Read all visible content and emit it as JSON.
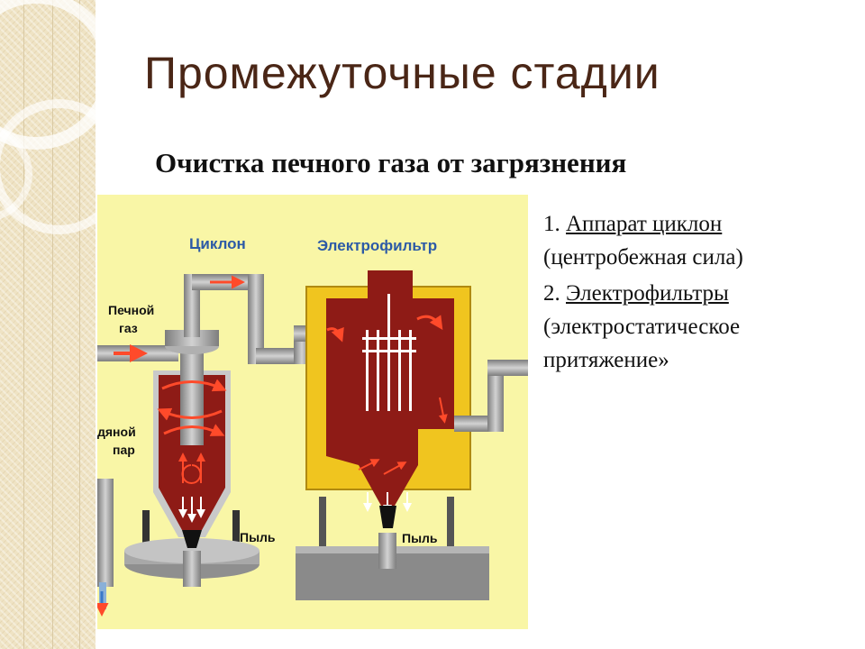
{
  "slide": {
    "title": "Промежуточные стадии",
    "subtitle": "Очистка печного газа от загрязнения"
  },
  "figure": {
    "labels": {
      "cyclone": "Циклон",
      "electrofilter": "Электрофильтр",
      "furnace_gas_1": "Печной",
      "furnace_gas_2": "газ",
      "steam_1": "дяной",
      "steam_2": "пар",
      "dust_left": "Пыль",
      "dust_right": "Пыль"
    },
    "colors": {
      "background": "#f9f6a6",
      "vessel": "#8e1b16",
      "vessel_dark": "#6f1410",
      "shell": "#f0c51f",
      "pipe": "#9a9a9a",
      "arrow": "#ff4a2a",
      "label": "#2c5aa6"
    }
  },
  "list": {
    "items": [
      {
        "number": "1.",
        "name": "Аппарат циклон",
        "desc": "(центробежная сила)"
      },
      {
        "number": "2.",
        "name": "Электрофильтры",
        "desc": "(электростатическое притяжение»"
      }
    ]
  }
}
